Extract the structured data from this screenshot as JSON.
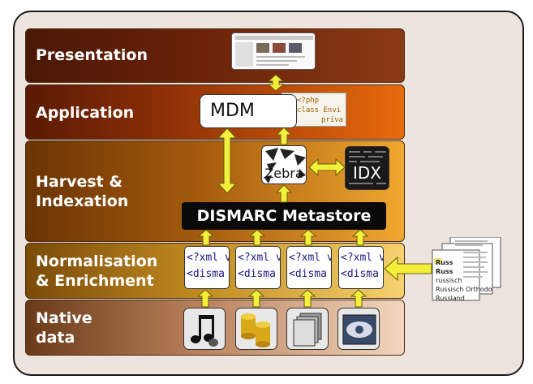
{
  "layers": {
    "presentation": "Presentation",
    "application": "Application",
    "harvest_line1": "Harvest &",
    "harvest_line2": "Indexation",
    "normalisation_line1": "Normalisation",
    "normalisation_line2": "& Enrichment",
    "native_line1": "Native",
    "native_line2": "data"
  },
  "components": {
    "mdm": "MDM",
    "code_lines": [
      "<?php",
      "class Envi",
      "priva"
    ],
    "zebra": "Zebra",
    "idx": "IDX",
    "metastore": "DISMARC Metastore"
  },
  "xml_boxes": [
    {
      "line1": "<?xml v",
      "line2": "<disma"
    },
    {
      "line1": "<?xml v",
      "line2": "<disma"
    },
    {
      "line1": "<?xml v",
      "line2": "<disma"
    },
    {
      "line1": "<?xml v",
      "line2": "<disma"
    }
  ],
  "native_icons": [
    "music-notes-icon",
    "database-cylinders-icon",
    "document-stack-icon",
    "disc-drive-icon"
  ],
  "thesaurus_terms": [
    "Russ",
    "Russ",
    "russisch",
    "Russisch Orthodo",
    "Russland"
  ],
  "colors": {
    "arrow_fill": "#f2f03a",
    "arrow_stroke": "#6a5a10",
    "metastore_bg": "#0a0a0a"
  }
}
